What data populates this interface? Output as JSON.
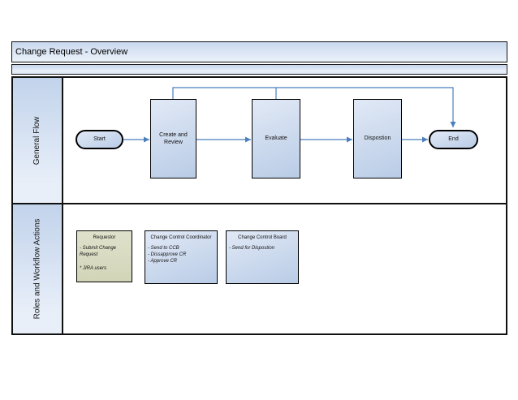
{
  "title_bar": {
    "title": "Change Request - Overview"
  },
  "lanes": [
    {
      "label": "General Flow"
    },
    {
      "label": "Roles and Workflow Actions"
    }
  ],
  "flow": {
    "nodes": [
      {
        "id": "start",
        "type": "terminator",
        "label": "Start"
      },
      {
        "id": "create-review",
        "type": "process",
        "label": "Create and Review"
      },
      {
        "id": "evaluate",
        "type": "process",
        "label": "Evaluate"
      },
      {
        "id": "disposition",
        "type": "process",
        "label": "Dispostion"
      },
      {
        "id": "end",
        "type": "terminator",
        "label": "End"
      }
    ],
    "connections": [
      "Start -> Create and Review",
      "Create and Review -> Evaluate",
      "Evaluate -> Dispostion",
      "Dispostion -> End",
      "Create and Review -> End (top route)",
      "Evaluate -> End (top route)"
    ]
  },
  "roles": {
    "boxes": [
      {
        "title": "Requestor",
        "lines": [
          "- Submit Change Request",
          "* JIRA users"
        ]
      },
      {
        "title": "Change Control Coordinator",
        "lines": [
          "- Send to CCB",
          "- Dissapprove CR",
          "- Approve CR"
        ]
      },
      {
        "title": "Change Control Board",
        "lines": [
          "- Send for Dispostion"
        ]
      }
    ]
  },
  "colors": {
    "connector": "#4a7ebc",
    "node-fill-light": "#e1e9f6",
    "node-fill-dark": "#b9cce6",
    "lane-fill-top": "#c2d3eb",
    "lane-fill-bottom": "#e8eff9",
    "requestor-fill-top": "#dfe1cb",
    "requestor-fill-bottom": "#d2d5b8"
  }
}
